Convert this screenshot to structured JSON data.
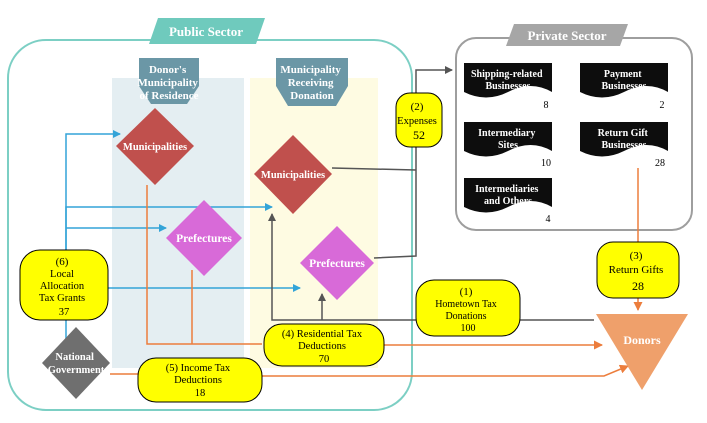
{
  "public_sector": {
    "label": "Public Sector",
    "donor_municipality_header": [
      "Donor's",
      "Municipality",
      "of Residence"
    ],
    "receiving_municipality_header": [
      "Municipality",
      "Receiving",
      "Donation"
    ],
    "donor_municipalities": "Municipalities",
    "donor_prefectures": "Prefectures",
    "recv_municipalities": "Municipalities",
    "recv_prefectures": "Prefectures",
    "national_government": [
      "National",
      "Government"
    ]
  },
  "private_sector": {
    "label": "Private Sector",
    "boxes": [
      {
        "lines": [
          "Shipping-related",
          "Businesses"
        ],
        "count": "8"
      },
      {
        "lines": [
          "Payment",
          "Businesses"
        ],
        "count": "2"
      },
      {
        "lines": [
          "Intermediary",
          "Sites"
        ],
        "count": "10"
      },
      {
        "lines": [
          "Return Gift",
          "Businesses"
        ],
        "count": "28"
      },
      {
        "lines": [
          "Intermediaries",
          "and Others"
        ],
        "count": "4"
      }
    ]
  },
  "flows": {
    "expenses": {
      "num": "(2)",
      "label": "Expenses",
      "value": "52"
    },
    "return_gifts": {
      "num": "(3)",
      "label": "Return Gifts",
      "value": "28"
    },
    "hometown_tax": {
      "num": "(1)",
      "label": [
        "Hometown Tax",
        "Donations"
      ],
      "value": "100"
    },
    "residential_tax": {
      "num": "(4)",
      "label": [
        "Residential Tax",
        "Deductions"
      ],
      "value": "70"
    },
    "income_tax": {
      "num": "(5)",
      "label": [
        "Income Tax",
        "Deductions"
      ],
      "value": "18"
    },
    "local_allocation": {
      "num": "(6)",
      "label": [
        "Local",
        "Allocation",
        "Tax Grants"
      ],
      "value": "37"
    }
  },
  "donors": {
    "label": "Donors"
  },
  "colors": {
    "teal_border": "#7ccfc4",
    "tag_teal": "#6fcabd",
    "header_blue": "#6b97a6",
    "col_blue_bg": "#e4eef2",
    "col_yellow_bg": "#fefbe2",
    "diamond_red": "#c0504d",
    "diamond_magenta": "#d86ad8",
    "grey_diamond": "#6f6f6f",
    "oval_yellow": "#ffff00",
    "arrow_blue": "#33a4d8",
    "arrow_orange": "#ec7d3c",
    "arrow_grey": "#555555",
    "donors_orange": "#efa06b",
    "private_grey": "#9e9e9e"
  }
}
